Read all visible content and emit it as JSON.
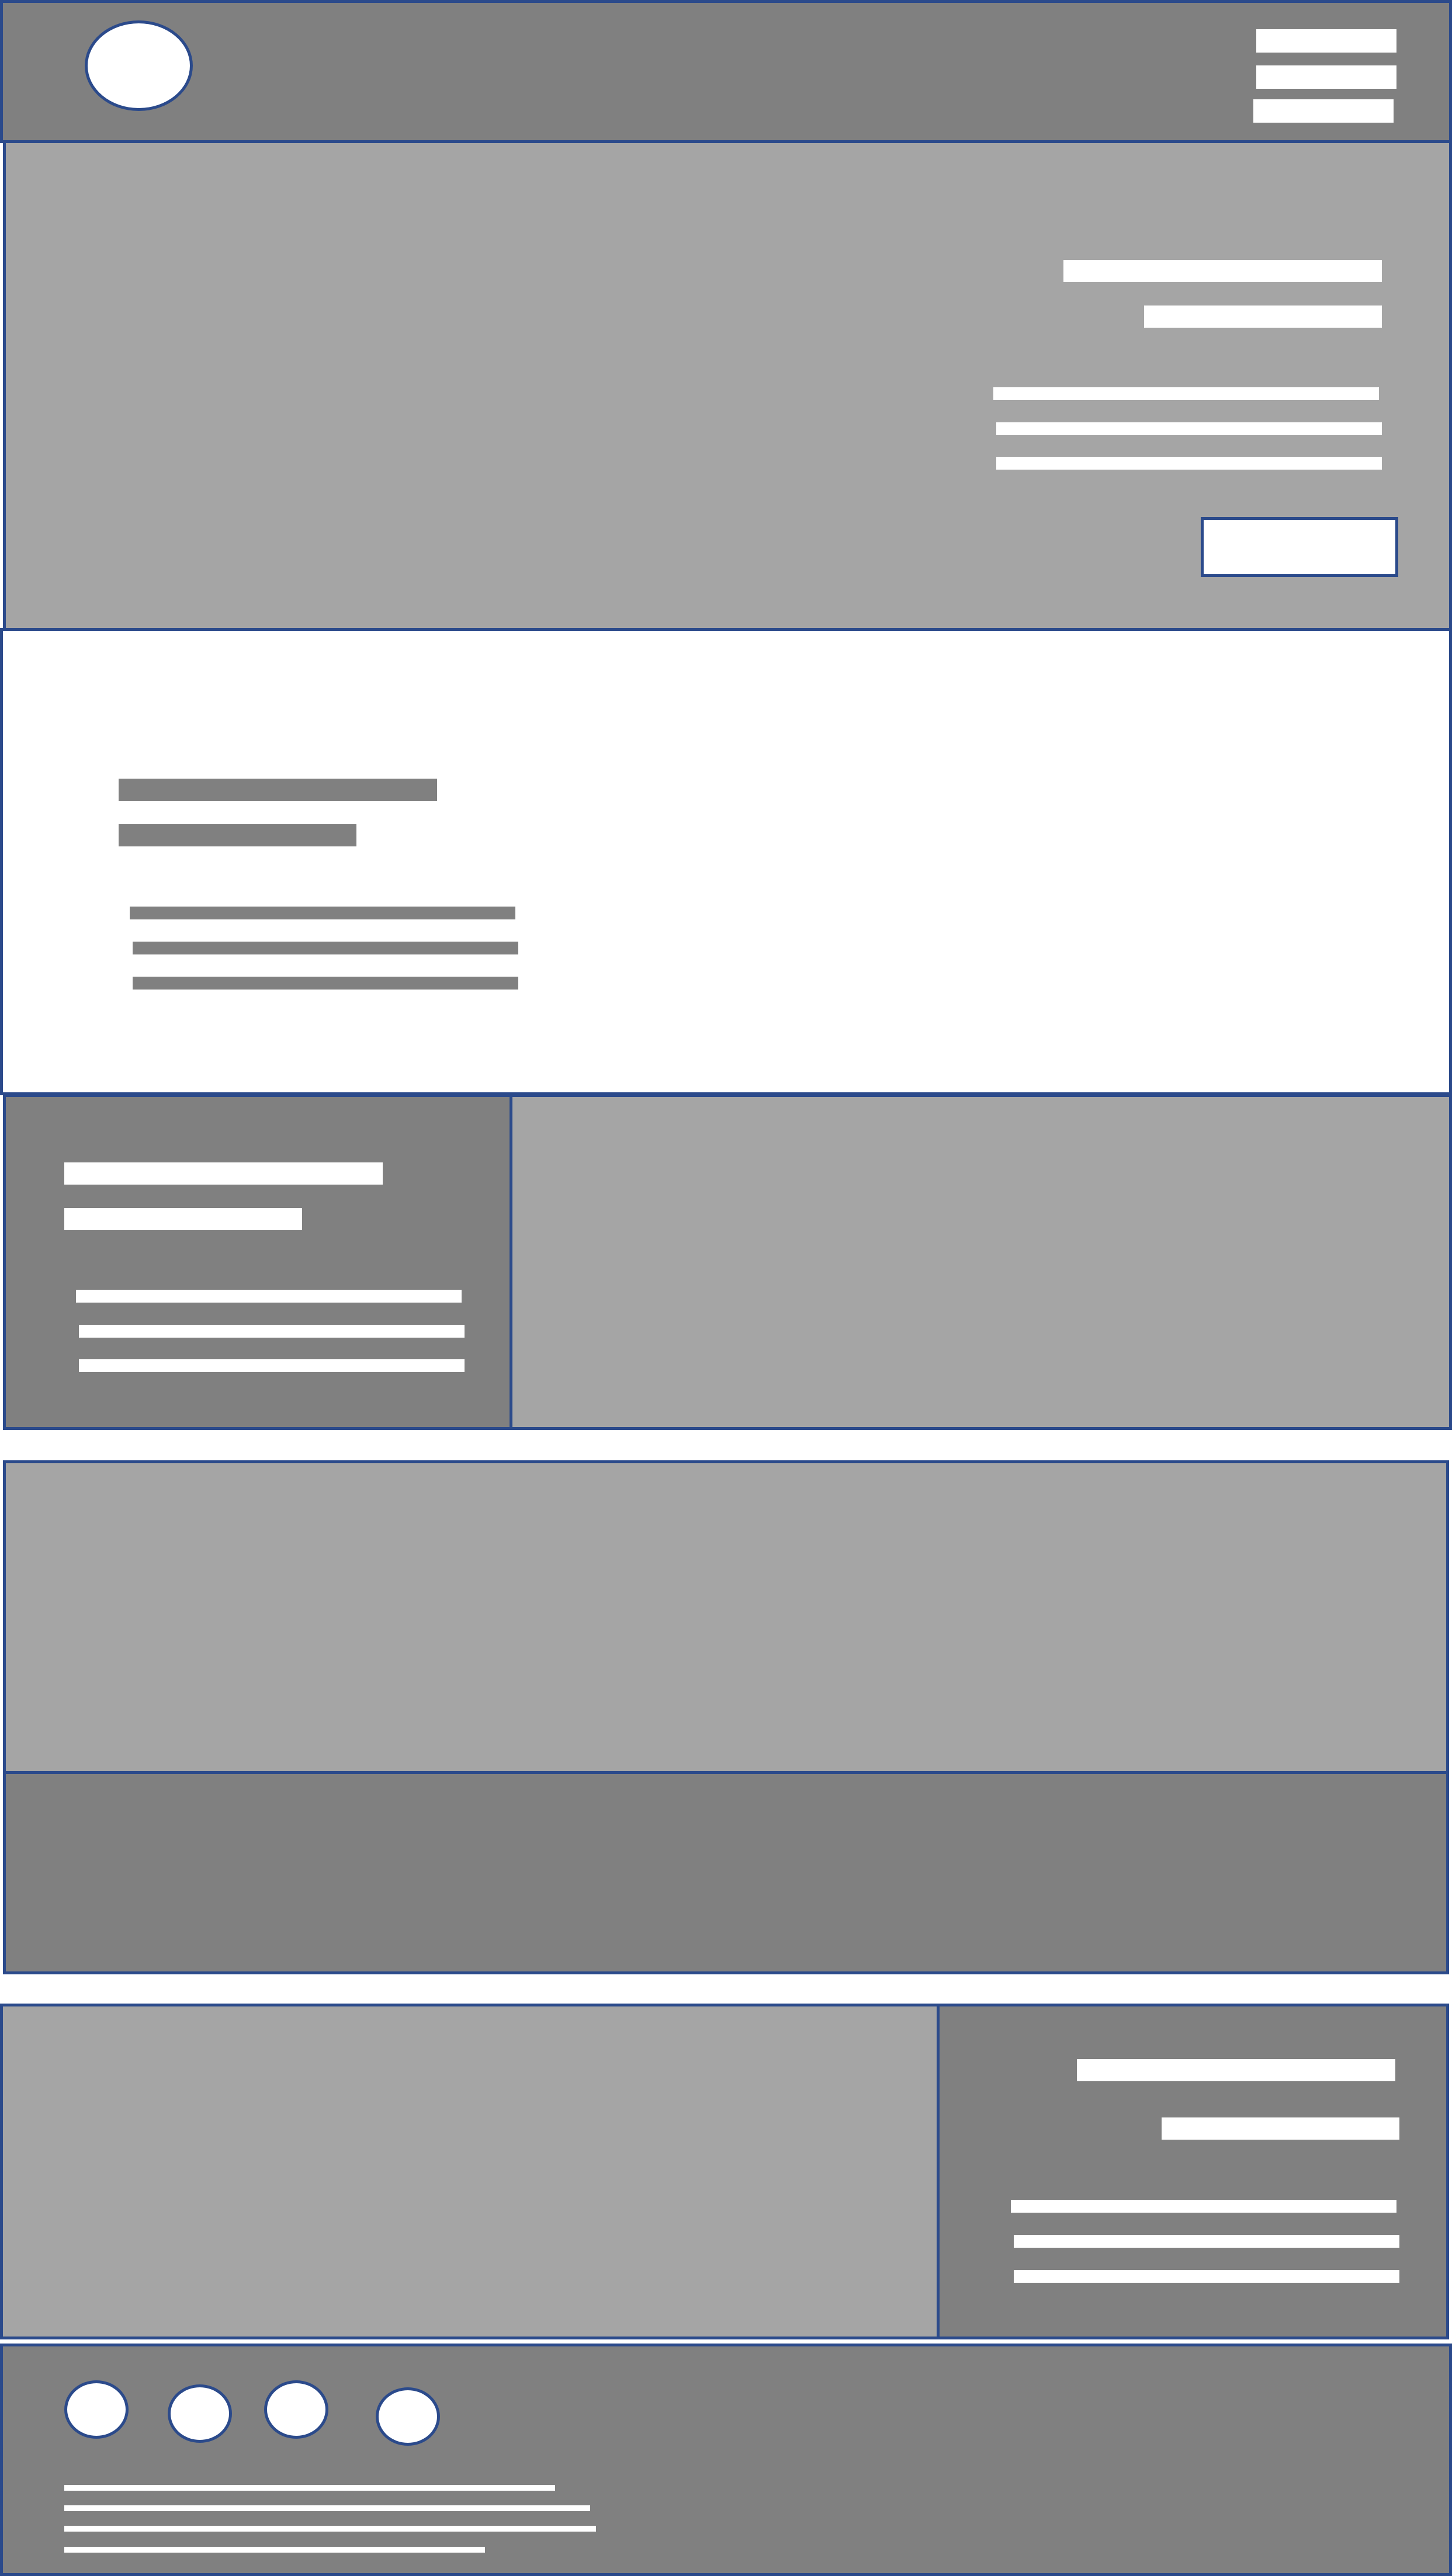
{
  "colors": {
    "outline": "#2b4a8b",
    "dark_block": "#808080",
    "light_block": "#a5a5a5",
    "placeholder_bar": "#ffffff",
    "page_background": "#ffffff"
  },
  "header": {
    "logo_icon": "logo-placeholder-circle",
    "menu_icon": "hamburger-menu-icon"
  },
  "hero": {
    "cta_icon": "button-placeholder"
  },
  "footer": {
    "social_icons": [
      "social-icon-1",
      "social-icon-2",
      "social-icon-3",
      "social-icon-4"
    ]
  }
}
